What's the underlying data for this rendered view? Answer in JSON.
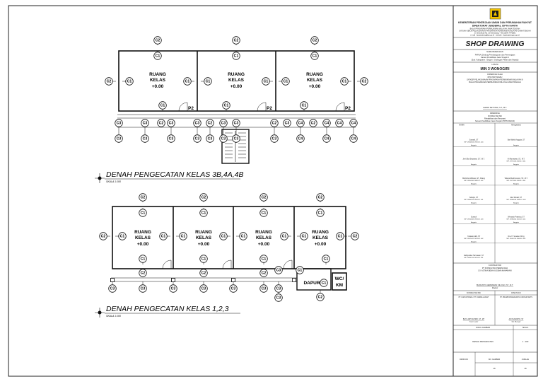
{
  "title_block": {
    "ministry_1": "KEMENTERIAN PEKERJAAN UMUM DAN PERUMAHAN RAKYAT",
    "ministry_2": "DIREKTORAT JENDERAL CIPTA KARYA",
    "address_lines": [
      "BALAI PRASARANA PERMUKIMAN WILAYAH JAWA TENGAH",
      "SATUAN KERJA PELAKSANAAN PRASARANA PERMUKIMAN WILAYAH JAWA TENGAH",
      "Jl. Setia Budi No. 20 Semarang - Telp (024) 7473381",
      "e-mail : bppw.jateng@pu.go.id - website : bppw.jateng.pu.go.id"
    ],
    "drawing_type": "SHOP DRAWING",
    "kegiatan_label": "NAMA PEKERJAAN",
    "kegiatan_lines": [
      "PAPUA (Gedung Pembangunan dan Peremajaan",
      "Satuan Pendidikan Jawa Tengah 2",
      "(Sub. Kabupaten / Sragen / Grobogan Pekan dan Kepata)"
    ],
    "lokasi_label": "LOKASI",
    "lokasi": "MIN 3 WONOGIRI",
    "ppk_label": "DIPERIKSA OLEH",
    "ppk_lines": [
      "PPK PRP PENPU",
      "SATKER PELAKSANAAN PRASARANA PERMUKIMAN WILAYAH III",
      "BALAI PRASARANA PERMUKIMAN WILAYAH JAWA TENGAH"
    ],
    "ppk_signer": "ALWAN SETYANA, S.T., M.T.",
    "mk_label": "DIPERIKSA",
    "mk_lines": [
      "KONSULTAN MK",
      "Rehabilitasi dan Renovasi",
      "Satuan Pendidikan Jawa Tengah (PPPC/002/24)"
    ],
    "col_left": "NAMA",
    "col_right": "Mengetahui",
    "signers": [
      {
        "left_name": "Suwardi, ST",
        "left_id": "NIP. 19660816 199203 1 004",
        "left_role": "Anggota",
        "right_name": "Bas Wahid Anggota, ST",
        "right_id": "",
        "right_role": "Anggota"
      },
      {
        "left_name": "Jenit Eka Setyawan, S.T., M.T.",
        "left_id": "",
        "left_role": "Anggota",
        "right_name": "Ali Munawwar, ST., M.T.",
        "right_id": "NIP. 19750116 200501 1 001",
        "right_role": "Anggota"
      },
      {
        "left_name": "Bimbi Dwi Wibowo, ST., M.Eng",
        "left_id": "NIP. 19810505 200812 1 002",
        "left_role": "Anggota",
        "right_name": "Wiranto Budi Kuncoro, ST., M.T.",
        "right_id": "NIP. 19791105 200501 1 001",
        "right_role": "Anggota"
      },
      {
        "left_name": "Sulistyo, ST",
        "left_id": "NIP. 19860310 200902 1 001",
        "left_role": "Anggota",
        "right_name": "Eko Suhadi, ST",
        "right_id": "NIP. 19860506 200801 1 003",
        "right_role": "Anggota"
      },
      {
        "left_name": "Sunardi",
        "left_id": "NIP. 19650603 199003 1 003",
        "left_role": "Anggota",
        "right_name": "Wisnanto Prasetyo, ST",
        "right_id": "NIP. 19880402 201503 1 001",
        "right_role": "Anggota"
      },
      {
        "left_name": "Yudianto Adhi, ST",
        "left_id": "NIP. 19870412 201503 1 002",
        "left_role": "Anggota",
        "right_name": "Dra. H. Sunarko, M.Kg",
        "right_id": "NIP. 19690710 200003 1 001",
        "right_role": ""
      },
      {
        "left_name": "Kahliya Eka Hermawan, ST",
        "left_id": "NIP. 19890710 201503 1 001",
        "left_role": "",
        "right_name": "",
        "right_id": "",
        "right_role": ""
      }
    ],
    "contractor_label": "KONTRAKTOR",
    "contractor_lines": [
      "PT KONSULTAN PERENCANA",
      "CV. ASTIKA BENA KUSUMA MAHARANI"
    ],
    "contractor_signer": "BUDIANTO HERMAWAN SILAYAN, ST., M.T.",
    "contractor_role": "Direktur",
    "mk_small_label": "KONSULTAN MK",
    "mk_small_name": "PT. KARYA PRADA / PT. DARMA LANGIT",
    "ctr_small_label": "DISETUJUI",
    "ctr_small_name": "PT. PRAMITA BAWAKARYA CONSULTANTS",
    "mk_signer": "BAYU ADHI SATRIO, ST., MT",
    "mk_signer_role": "Team Leader",
    "ctr_signer": "ADI NUGROHO, ST",
    "ctr_signer_role": "Site Manager",
    "drawing_title_label": "JUDUL GAMBAR",
    "scale_label": "SKALA",
    "drawing_title": "DENAH PENGECATAN",
    "scale": "1 : 100",
    "code_label": "DIMPLOD",
    "number_label": "NO. GAMBAR",
    "sheets_label": "JUMLAH",
    "number": "16",
    "sheets": "16"
  },
  "plan_top": {
    "title": "DENAH PENGECATAN KELAS 3B,4A,4B",
    "scale": "SKALA 1:100",
    "rooms": [
      {
        "name_1": "RUANG",
        "name_2": "KELAS",
        "level": "+0.00"
      },
      {
        "name_1": "RUANG",
        "name_2": "KELAS",
        "level": "+0.00"
      },
      {
        "name_1": "RUANG",
        "name_2": "KELAS",
        "level": "+0.00"
      }
    ],
    "top_tags": [
      "C2",
      "C1",
      "C2",
      "C1",
      "C2",
      "C1"
    ],
    "side_tags": [
      "C2",
      "C1",
      "C1",
      "C1",
      "C1",
      "C1",
      "C1",
      "C2"
    ],
    "inner_tags": [
      "C1",
      "P2",
      "C1",
      "P2",
      "C1",
      "P2"
    ],
    "bottom_row_1": [
      "C3",
      "C3",
      "C2",
      "C3",
      "C3",
      "C2",
      "C3",
      "C3",
      "C2",
      "C3",
      "C4",
      "C2",
      "C4",
      "C4",
      "C4",
      "C3"
    ],
    "bottom_row_2": [
      "C3",
      "C3",
      "C3",
      "C3",
      "C3",
      "C3",
      "C3",
      "C3",
      "C4",
      "C4",
      "C4",
      "C4",
      "C4"
    ]
  },
  "plan_bottom": {
    "title": "DENAH PENGECATAN KELAS 1,2,3",
    "scale": "SKALA 1:100",
    "rooms": [
      {
        "name_1": "RUANG",
        "name_2": "KELAS",
        "level": "+0.00"
      },
      {
        "name_1": "RUANG",
        "name_2": "KELAS",
        "level": "+0.00"
      },
      {
        "name_1": "RUANG",
        "name_2": "KELAS",
        "level": "+0.00"
      },
      {
        "name_1": "RUANG",
        "name_2": "KELAS",
        "level": "+0.00"
      }
    ],
    "top_tags": [
      "C2",
      "C1",
      "C2",
      "C1",
      "C2",
      "C1",
      "C2",
      "C1"
    ],
    "side_tags": [
      "C2",
      "C1",
      "C1",
      "C1",
      "C1",
      "C1",
      "C1",
      "C1",
      "C1",
      "C2"
    ],
    "inner_tags": [
      "C1",
      "C1",
      "C1",
      "C1"
    ],
    "bottom_row_1": [
      "C3",
      "C2",
      "C3",
      "C2",
      "C3",
      "C2",
      "C3",
      "C2",
      "C3",
      "C2",
      "C3",
      "C1"
    ],
    "bottom_row_2": [
      "C3",
      "C3",
      "C3",
      "C3",
      "C3",
      "C3",
      "C3",
      "C3",
      "C3"
    ],
    "dapur_label": "DAPUR",
    "dapur_tag": "C1",
    "wc_label_1": "WC/",
    "wc_label_2": "KM",
    "kitchen_tag": "C2"
  },
  "colors": {
    "ink": "#111111",
    "paper": "#ffffff",
    "frame": "#222222"
  }
}
